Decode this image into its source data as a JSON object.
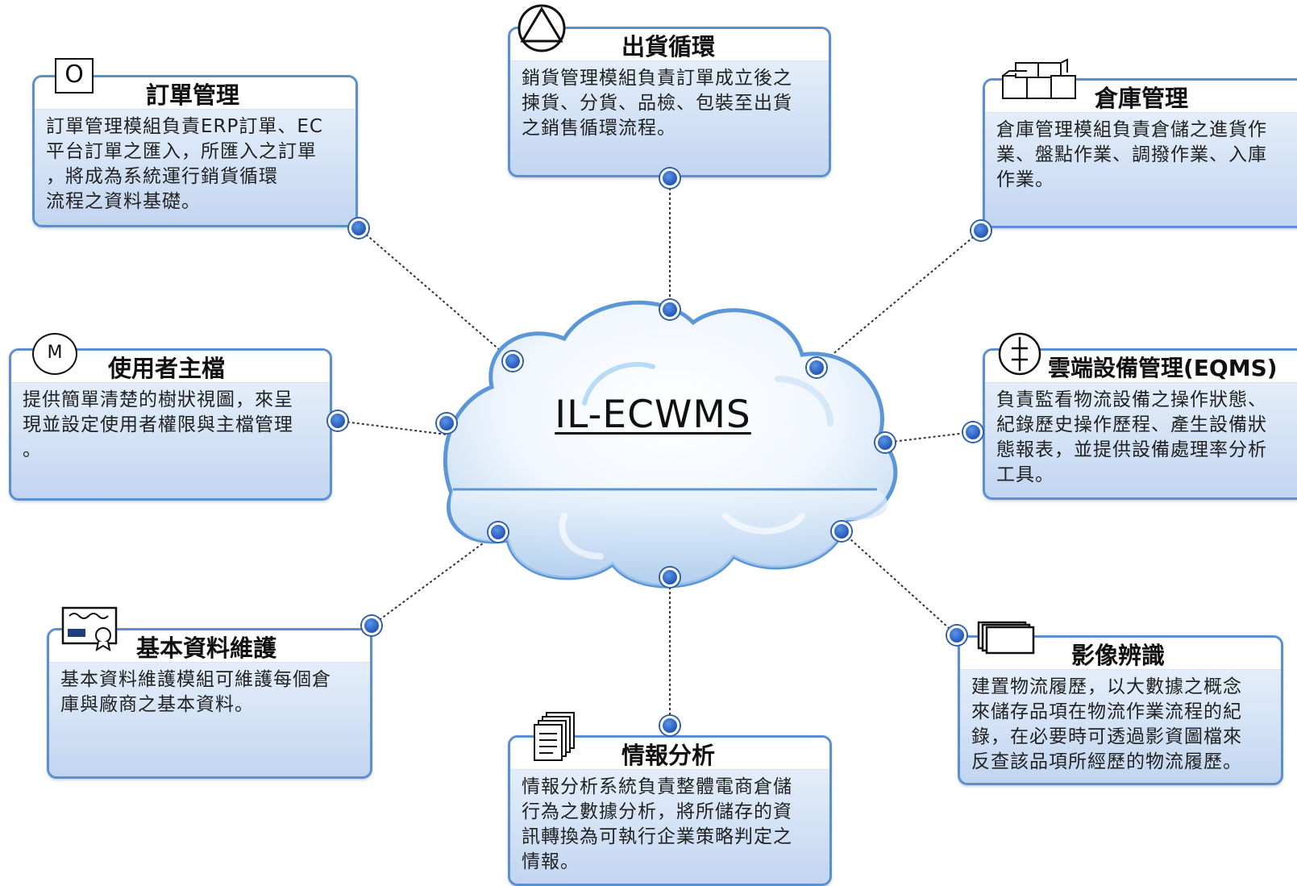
{
  "center": {
    "label": "IL-ECWMS"
  },
  "modules": [
    {
      "id": "order",
      "icon": "circle-letter-o-icon",
      "icon_text": "O",
      "title": "訂單管理",
      "desc": [
        "訂單管理模組負責ERP訂單、EC",
        "平台訂單之匯入，所匯入之訂單",
        "，將成為系統運行銷貨循環",
        "流程之資料基礎。"
      ]
    },
    {
      "id": "shipping",
      "icon": "triangle-in-circle-icon",
      "title": "出貨循環",
      "desc": [
        "銷貨管理模組負責訂單成立後之",
        "揀貨、分貨、品檢、包裝至出貨",
        "之銷售循環流程。"
      ]
    },
    {
      "id": "warehouse",
      "icon": "stacked-boxes-icon",
      "title": "倉庫管理",
      "desc": [
        "倉庫管理模組負責倉儲之進貨作",
        "業、盤點作業、調撥作業、入庫",
        "作業。"
      ]
    },
    {
      "id": "user",
      "icon": "circle-letter-m-icon",
      "icon_text": "M",
      "title": "使用者主檔",
      "desc": [
        "提供簡單清楚的樹狀視圖，來呈",
        "現並設定使用者權限與主檔管理",
        "。"
      ]
    },
    {
      "id": "eqms",
      "icon": "equipment-symbol-icon",
      "title": "雲端設備管理(EQMS)",
      "desc": [
        "負責監看物流設備之操作狀態、",
        "紀錄歷史操作歷程、產生設備狀",
        "態報表，並提供設備處理率分析",
        "工具。"
      ]
    },
    {
      "id": "basic",
      "icon": "certificate-icon",
      "title": "基本資料維護",
      "desc": [
        "基本資料維護模組可維護每個倉",
        "庫與廠商之基本資料。"
      ]
    },
    {
      "id": "image",
      "icon": "stacked-screens-icon",
      "title": "影像辨識",
      "desc": [
        "建置物流履歷，以大數據之概念",
        "來儲存品項在物流作業流程的紀",
        "錄，在必要時可透過影資圖檔來",
        "反查該品項所經歷的物流履歷。"
      ]
    },
    {
      "id": "intel",
      "icon": "document-stack-icon",
      "title": "情報分析",
      "desc": [
        "情報分析系統負責整體電商倉儲",
        "行為之數據分析，將所儲存的資",
        "訊轉換為可執行企業策略判定之",
        "情報。"
      ]
    }
  ],
  "colors": {
    "border": "#5b8fd1",
    "dot": "#2f5fa8",
    "cloud": "#5b97d8"
  }
}
